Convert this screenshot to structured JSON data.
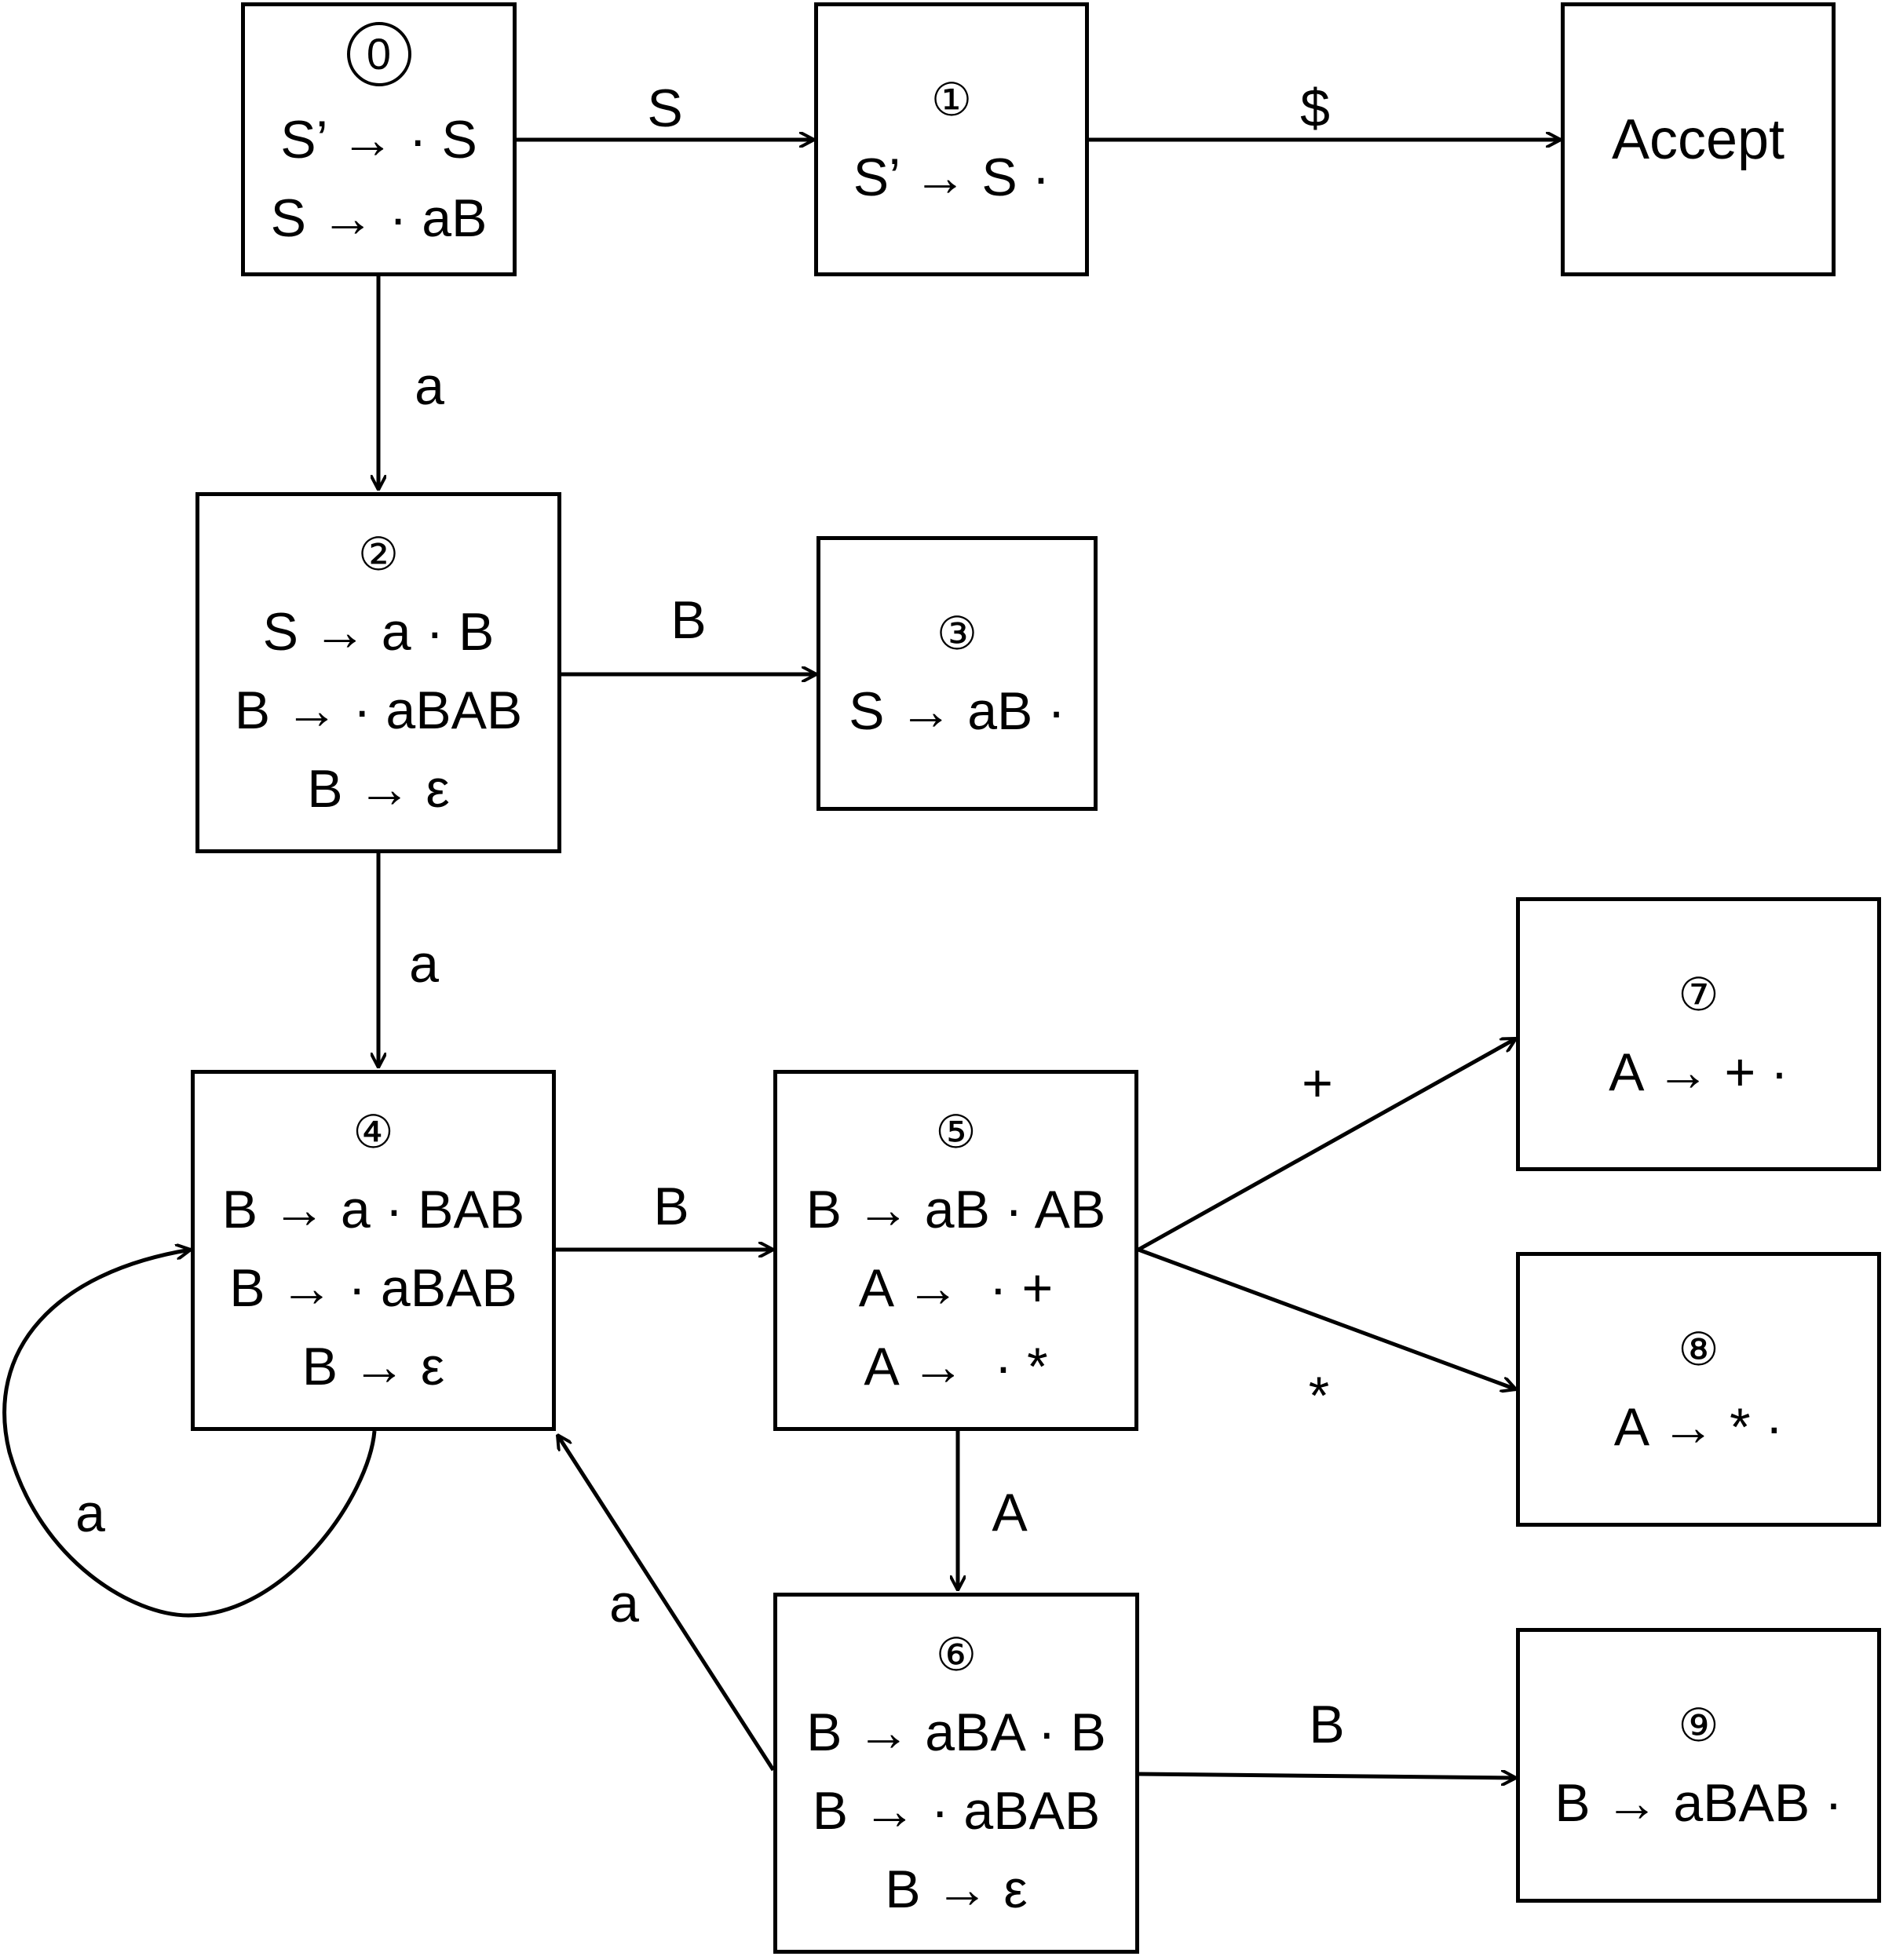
{
  "states": {
    "s0": {
      "number": "0",
      "items": [
        "S’ → · S",
        "S → · aB"
      ]
    },
    "s1": {
      "number": "①",
      "items": [
        "S’ → S ·"
      ]
    },
    "accept": {
      "label": "Accept"
    },
    "s2": {
      "number": "②",
      "items": [
        "S → a · B",
        "B → · aBAB",
        "B → ε"
      ]
    },
    "s3": {
      "number": "③",
      "items": [
        "S → aB ·"
      ]
    },
    "s4": {
      "number": "④",
      "items": [
        "B → a · BAB",
        "B → · aBAB",
        "B → ε"
      ]
    },
    "s5": {
      "number": "⑤",
      "items": [
        "B → aB · AB",
        "A →  · +",
        "A →  · *"
      ]
    },
    "s6": {
      "number": "⑥",
      "items": [
        "B → aBA · B",
        "B → · aBAB",
        "B → ε"
      ]
    },
    "s7": {
      "number": "⑦",
      "items": [
        "A → + ·"
      ]
    },
    "s8": {
      "number": "⑧",
      "items": [
        "A → * ·"
      ]
    },
    "s9": {
      "number": "⑨",
      "items": [
        "B → aBAB ·"
      ]
    }
  },
  "edges": {
    "e0_1": {
      "label": "S"
    },
    "e1_acc": {
      "label": "$"
    },
    "e0_2": {
      "label": "a"
    },
    "e2_3": {
      "label": "B"
    },
    "e2_4": {
      "label": "a"
    },
    "e4_self": {
      "label": "a"
    },
    "e4_5": {
      "label": "B"
    },
    "e5_7": {
      "label": "+"
    },
    "e5_8": {
      "label": "*"
    },
    "e5_6": {
      "label": "A"
    },
    "e6_4": {
      "label": "a"
    },
    "e6_9": {
      "label": "B"
    }
  }
}
